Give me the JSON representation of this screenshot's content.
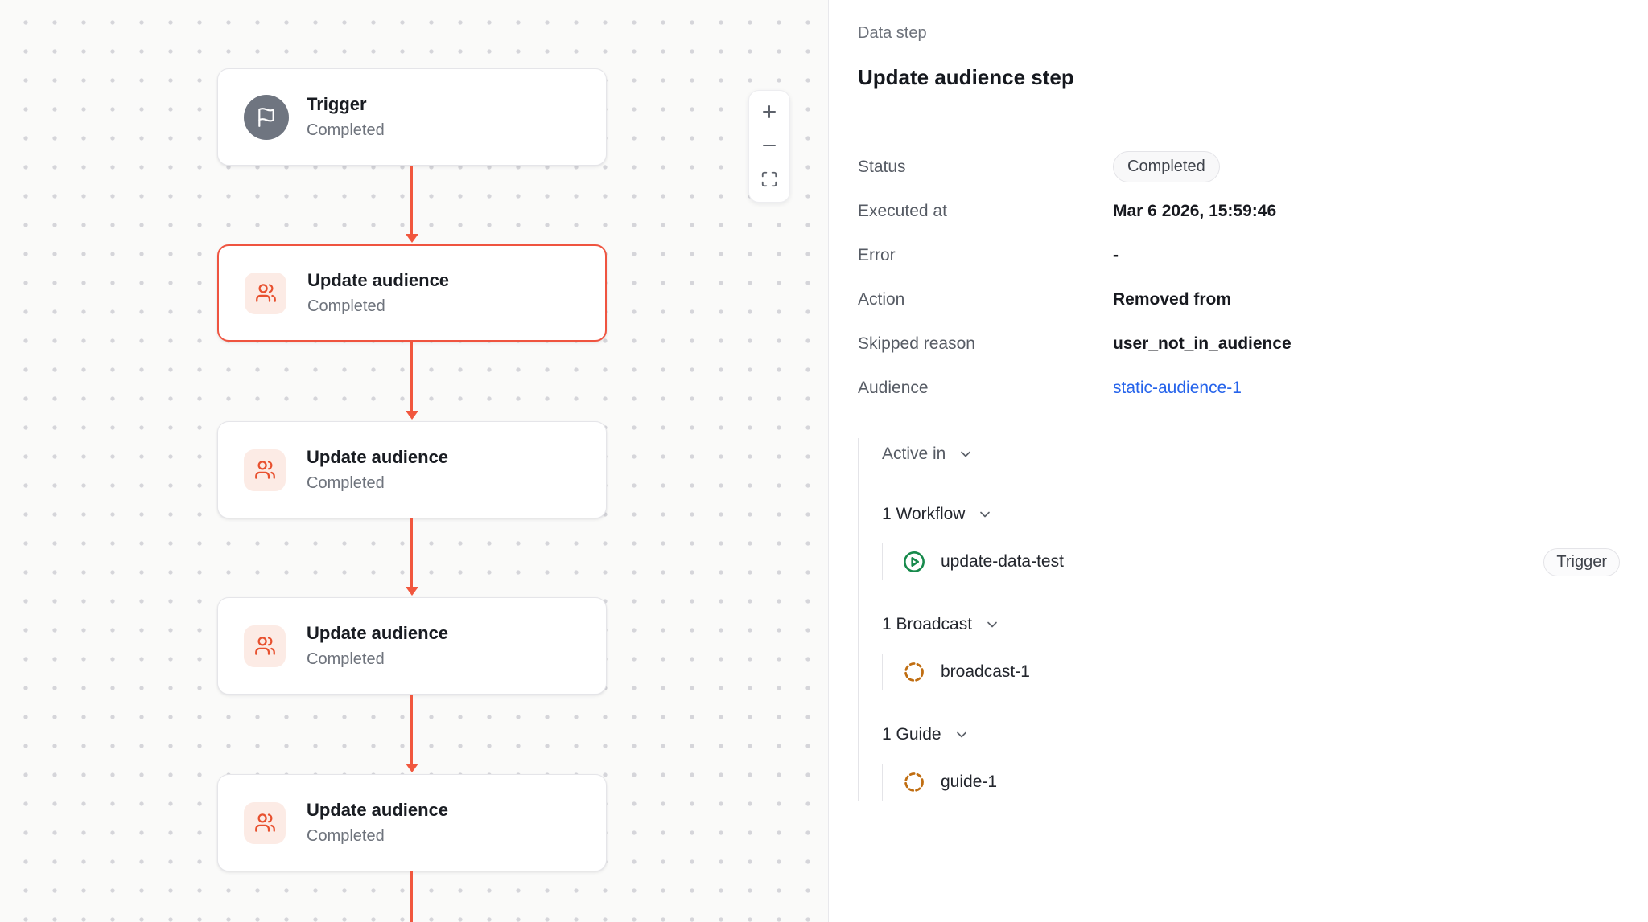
{
  "canvas": {
    "nodes": [
      {
        "title": "Trigger",
        "subtitle": "Completed",
        "icon": "flag-icon",
        "selected": false
      },
      {
        "title": "Update audience",
        "subtitle": "Completed",
        "icon": "users-icon",
        "selected": true
      },
      {
        "title": "Update audience",
        "subtitle": "Completed",
        "icon": "users-icon",
        "selected": false
      },
      {
        "title": "Update audience",
        "subtitle": "Completed",
        "icon": "users-icon",
        "selected": false
      },
      {
        "title": "Update audience",
        "subtitle": "Completed",
        "icon": "users-icon",
        "selected": false
      }
    ],
    "zoom_controls": [
      {
        "name": "zoom-in",
        "icon": "plus-icon"
      },
      {
        "name": "zoom-out",
        "icon": "minus-icon"
      },
      {
        "name": "fit-view",
        "icon": "maximize-icon"
      }
    ]
  },
  "panel": {
    "kicker": "Data step",
    "title": "Update audience step",
    "details": [
      {
        "label": "Status",
        "value": "Completed",
        "type": "badge"
      },
      {
        "label": "Executed at",
        "value": "Mar 6 2026, 15:59:46",
        "type": "text"
      },
      {
        "label": "Error",
        "value": "-",
        "type": "text"
      },
      {
        "label": "Action",
        "value": "Removed from",
        "type": "text"
      },
      {
        "label": "Skipped reason",
        "value": "user_not_in_audience",
        "type": "text"
      },
      {
        "label": "Audience",
        "value": "static-audience-1",
        "type": "link"
      }
    ],
    "active_in": {
      "label": "Active in",
      "groups": [
        {
          "label": "1 Workflow",
          "items": [
            {
              "name": "update-data-test",
              "icon": "play-circle-icon",
              "badge": "Trigger"
            }
          ]
        },
        {
          "label": "1 Broadcast",
          "items": [
            {
              "name": "broadcast-1",
              "icon": "dashed-circle-icon",
              "badge": null
            }
          ]
        },
        {
          "label": "1 Guide",
          "items": [
            {
              "name": "guide-1",
              "icon": "dashed-circle-icon",
              "badge": null
            }
          ]
        }
      ]
    }
  },
  "colors": {
    "accent": "#ef5440",
    "selected_border": "#ef5440",
    "node_icon_bg": "#fcebe5",
    "trigger_icon_bg": "#6f7580",
    "workflow_icon_green": "#178a4c",
    "dashed_icon_orange": "#c06e12",
    "link_blue": "#2563eb",
    "badge_bg": "#f8f8f9",
    "badge_border": "#e4e4e8",
    "canvas_bg": "#fafaf9"
  }
}
